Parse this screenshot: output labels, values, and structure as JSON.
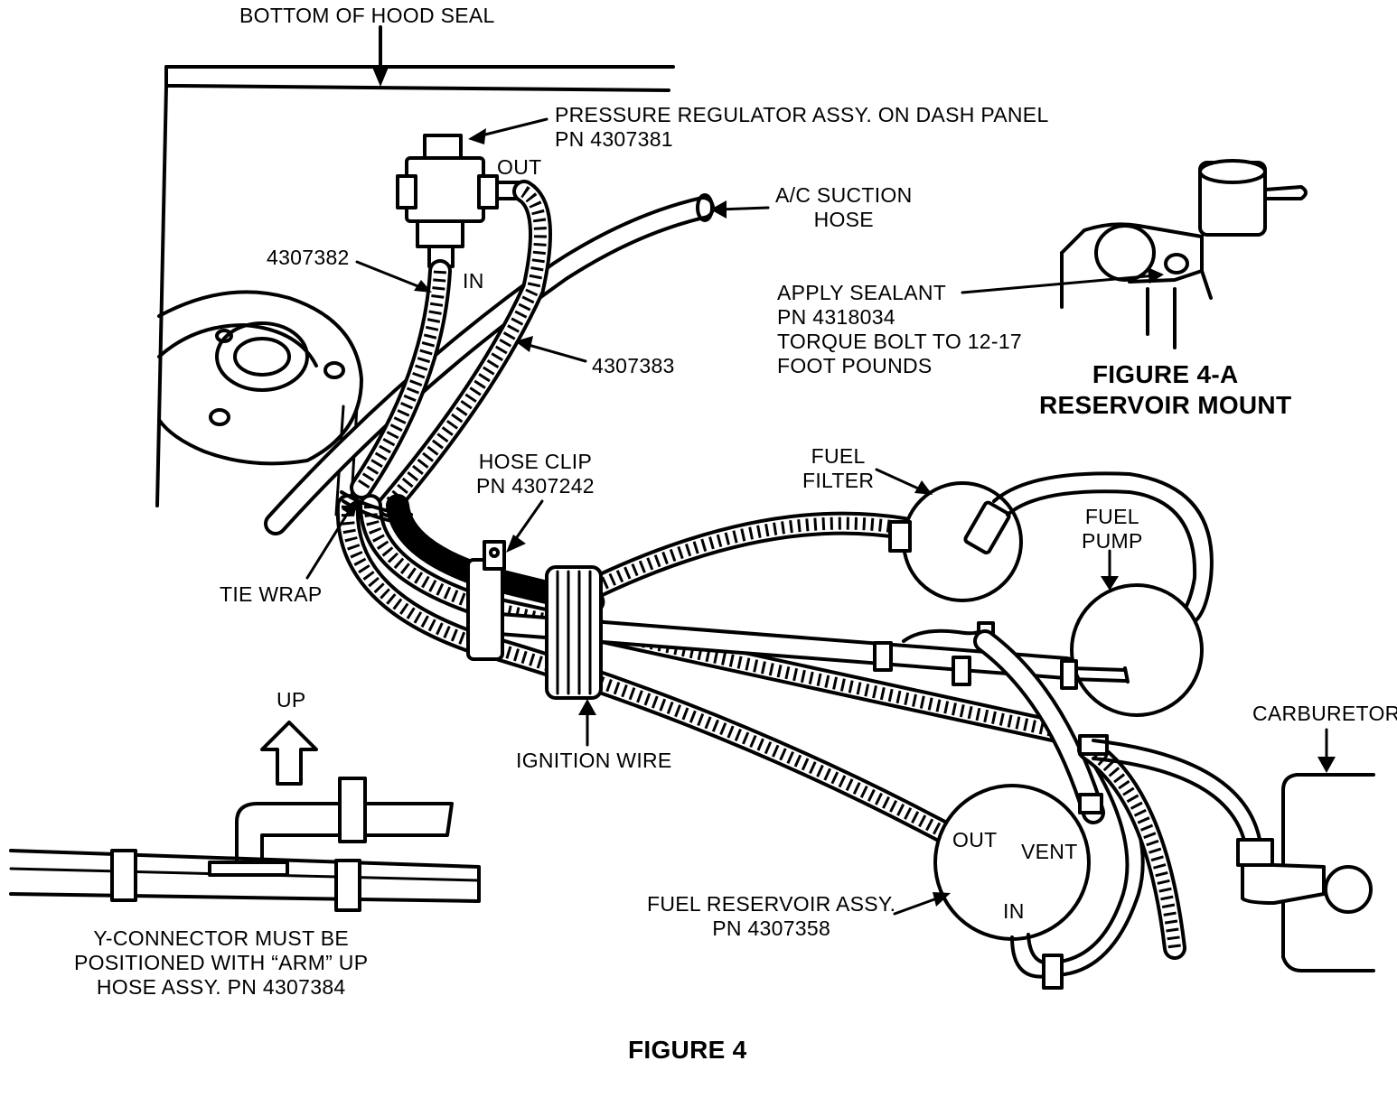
{
  "labels": {
    "hood_seal": "BOTTOM OF HOOD SEAL",
    "regulator_l1": "PRESSURE REGULATOR ASSY. ON DASH PANEL",
    "regulator_l2": "PN 4307381",
    "out_top": "OUT",
    "in_top": "IN",
    "part_4307382": "4307382",
    "ac_hose_l1": "A/C SUCTION",
    "ac_hose_l2": "HOSE",
    "part_4307383": "4307383",
    "sealant_l1": "APPLY SEALANT",
    "sealant_l2": "PN 4318034",
    "sealant_l3": "TORQUE BOLT TO 12-17",
    "sealant_l4": "FOOT POUNDS",
    "figure_4a_l1": "FIGURE 4-A",
    "figure_4a_l2": "RESERVOIR MOUNT",
    "fuel_filter_l1": "FUEL",
    "fuel_filter_l2": "FILTER",
    "hose_clip_l1": "HOSE CLIP",
    "hose_clip_l2": "PN 4307242",
    "fuel_pump_l1": "FUEL",
    "fuel_pump_l2": "PUMP",
    "tie_wrap": "TIE WRAP",
    "carburetor": "CARBURETOR",
    "up": "UP",
    "ignition_wire": "IGNITION WIRE",
    "res_out": "OUT",
    "res_vent": "VENT",
    "res_in": "IN",
    "reservoir_l1": "FUEL RESERVOIR ASSY.",
    "reservoir_l2": "PN 4307358",
    "yconn_l1": "Y-CONNECTOR MUST BE",
    "yconn_l2": "POSITIONED WITH “ARM” UP",
    "yconn_l3": "HOSE ASSY. PN 4307384",
    "figure_4": "FIGURE 4"
  }
}
